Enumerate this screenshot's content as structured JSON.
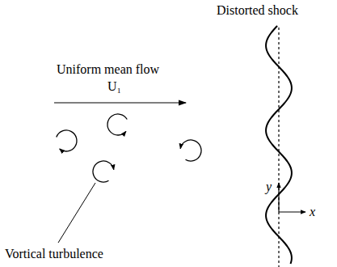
{
  "diagram": {
    "labels": [
      "Distorted shock",
      "Uniform mean flow",
      "U₁",
      "y",
      "x",
      "Vortical turbulence"
    ]
  }
}
